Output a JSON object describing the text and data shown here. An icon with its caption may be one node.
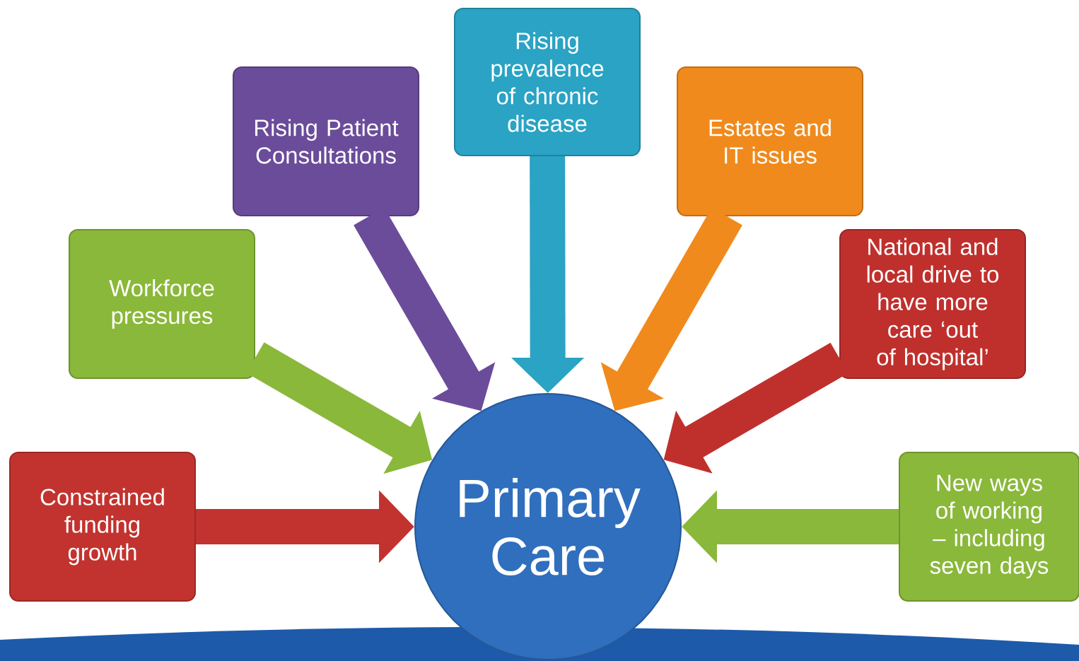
{
  "diagram": {
    "nodes": [
      {
        "text": [
          "Rising prevalence of chronic disease"
        ]
      },
      {
        "text": [
          "Rising Patient Consultations"
        ]
      },
      {
        "text": [
          "Estates and IT issues"
        ]
      },
      {
        "text": [
          "Workforce pressures"
        ]
      },
      {
        "text": [
          "National and local drive to have more care ‘out of hospital’"
        ]
      },
      {
        "text": [
          "Constrained funding growth"
        ]
      },
      {
        "text": [
          "Primary Care"
        ]
      },
      {
        "text": [
          "New ways of working – including seven days"
        ]
      }
    ],
    "edges": [
      {
        "from": 0,
        "to": 6,
        "arrow": "to",
        "color": "#2aa3c4"
      },
      {
        "from": 1,
        "to": 6,
        "arrow": "to",
        "color": "#6b4c9a"
      },
      {
        "from": 2,
        "to": 6,
        "arrow": "to",
        "color": "#f08a1c"
      },
      {
        "from": 3,
        "to": 6,
        "arrow": "to",
        "color": "#8ab83a"
      },
      {
        "from": 4,
        "to": 6,
        "arrow": "to",
        "color": "#bf302d"
      },
      {
        "from": 5,
        "to": 6,
        "arrow": "to",
        "color": "#c2332f"
      },
      {
        "from": 7,
        "to": 6,
        "arrow": "to",
        "color": "#8ab83a"
      }
    ]
  }
}
